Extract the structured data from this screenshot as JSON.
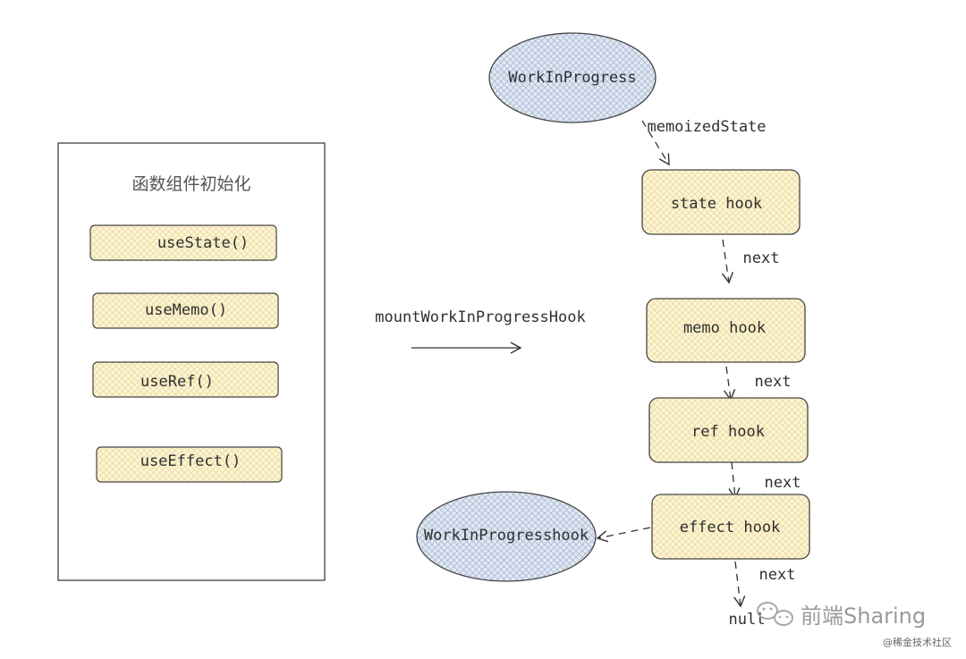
{
  "panel": {
    "title": "函数组件初始化",
    "hooks": [
      "useState()",
      "useMemo()",
      "useRef()",
      "useEffect()"
    ]
  },
  "arrow_label": "mountWorkInProgressHook",
  "fiber": {
    "top_label": "WorkInProgress",
    "edge_label": "memoizedState",
    "bottom_label": "WorkInProgresshook"
  },
  "chain": {
    "nodes": [
      "state hook",
      "memo hook",
      "ref hook",
      "effect hook"
    ],
    "next_label": "next",
    "end_label": "null"
  },
  "brand": {
    "name": "前端Sharing",
    "watermark": "@稀金技术社区"
  },
  "colors": {
    "box_fill": "#fdf5d3",
    "ellipse_fill": "#dde6f4",
    "stroke": "#333333"
  }
}
